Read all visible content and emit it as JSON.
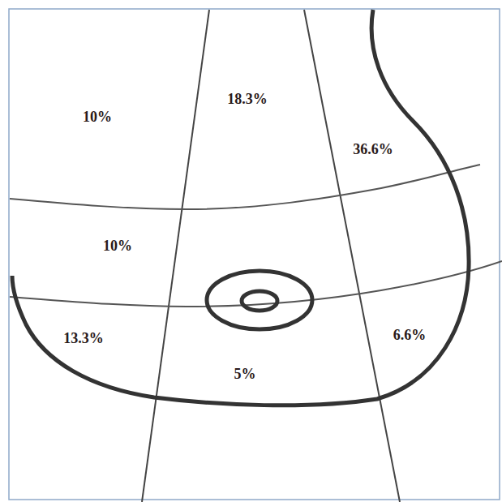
{
  "diagram": {
    "labels": [
      "10%",
      "18.3%",
      "36.6%",
      "10%",
      "13.3%",
      "5%",
      "6.6%"
    ]
  }
}
